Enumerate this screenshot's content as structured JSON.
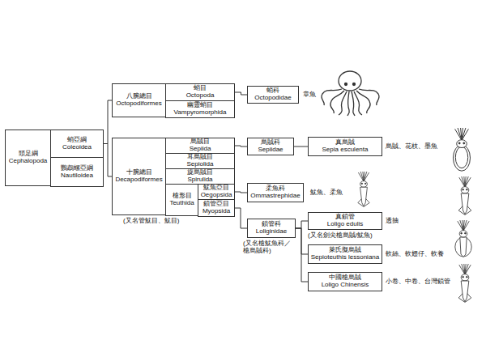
{
  "diagram": {
    "nodes": [
      {
        "text": [
          "頭足綱",
          "Cephalopoda"
        ]
      },
      {
        "text": [
          "蛸亞綱",
          "Coleoidea"
        ],
        "in": 0
      },
      {
        "text": [
          "鸚鵡螺亞綱",
          "Nautiloidea"
        ],
        "in": 0
      },
      {
        "text": [
          "八腕總目",
          "Octopodiformes"
        ]
      },
      {
        "text": [
          "蛸目",
          "Octopoda"
        ],
        "in": 3
      },
      {
        "text": [
          "幽靈蛸目",
          "Vampyromorphida"
        ],
        "in": 3
      },
      {
        "text": [
          "十腕總目",
          "Decapodiformes"
        ]
      },
      {
        "text": [
          "烏賊目",
          "Sepiida"
        ],
        "in": 6
      },
      {
        "text": [
          "耳烏賊目",
          "Sepiolida"
        ],
        "in": 6
      },
      {
        "text": [
          "旋烏賊目",
          "Spirulida"
        ],
        "in": 6
      },
      {
        "text": [
          "槍形目",
          "Teuthida"
        ],
        "in": 6
      },
      {
        "text": [
          "魷魚亞目",
          "Oegopsida"
        ],
        "in": 10
      },
      {
        "text": [
          "鎖管亞目",
          "Myopsida"
        ],
        "in": 10
      },
      {
        "text": [
          "蛸科",
          "Octopodidae"
        ]
      },
      {
        "text": [
          "烏賊科",
          "Sepiidae"
        ]
      },
      {
        "text": [
          "真烏賊",
          "Sepia esculenta"
        ]
      },
      {
        "text": [
          "柔魚科",
          "Ommastrephidae"
        ]
      },
      {
        "text": [
          "鎖管科",
          "Loliginidae"
        ]
      },
      {
        "text": [
          "真鎖管",
          "Loligo edulis"
        ]
      },
      {
        "text": [
          "萊氏擬烏賊",
          "Sepioteuthis lessoniana"
        ]
      },
      {
        "text": [
          "中國槍烏賊",
          "Loligo Chinensis"
        ]
      }
    ],
    "edges": [
      {
        "from": 1,
        "to": 3,
        "arrow": "none"
      },
      {
        "from": 1,
        "to": 6,
        "arrow": "none"
      },
      {
        "from": 4,
        "to": 13,
        "arrow": "none"
      },
      {
        "from": 7,
        "to": 14,
        "arrow": "none"
      },
      {
        "from": 14,
        "to": 15,
        "arrow": "none"
      },
      {
        "from": 11,
        "to": 16,
        "arrow": "none"
      },
      {
        "from": 12,
        "to": 17,
        "arrow": "none"
      },
      {
        "from": 17,
        "to": 18,
        "arrow": "none"
      },
      {
        "from": 17,
        "to": 19,
        "arrow": "none"
      },
      {
        "from": 17,
        "to": 20,
        "arrow": "none"
      }
    ],
    "labels": [
      "章魚",
      "烏賊、花枝、墨魚",
      "魷魚、柔魚",
      "(又名管魷目、魷目)",
      "(又名槍魷魚科／槍烏賊科)",
      "(又名劍尖槍烏賊/魷魚)",
      "透抽",
      "軟絲、軟翅仔、軟養",
      "小卷、中卷、台灣鎖管"
    ]
  }
}
